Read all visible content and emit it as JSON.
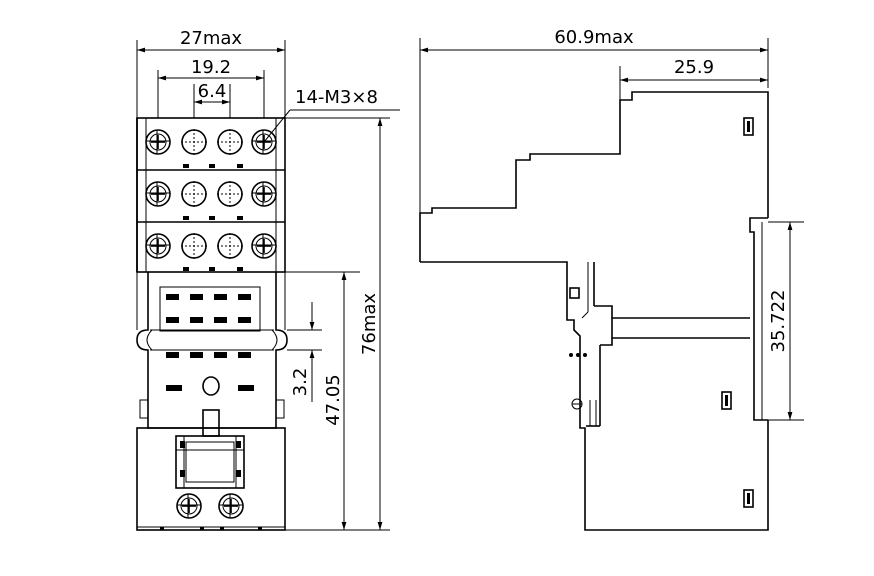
{
  "dimensions": {
    "front_width": "27max",
    "hole_pitch_outer": "19.2",
    "hole_pitch_inner": "6.4",
    "screw_callout": "14-M3×8",
    "total_height": "76max",
    "mount_height": "47.05",
    "offset": "3.2",
    "side_depth": "60.9max",
    "side_step": "25.9",
    "rail_height": "35.722"
  },
  "colors": {
    "line": "#000000",
    "background": "#ffffff"
  }
}
